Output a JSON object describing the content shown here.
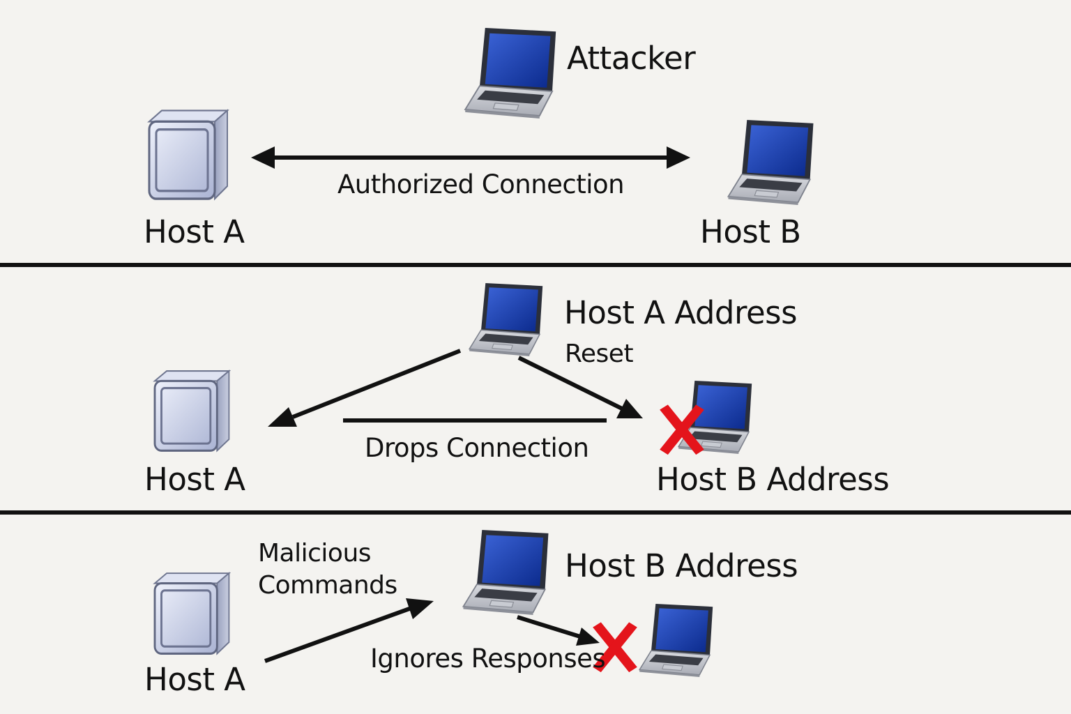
{
  "colors": {
    "background": "#f4f3f0",
    "line": "#111111",
    "screen": "#0e2f9a",
    "server_face": "#c8cfe6",
    "cross": "#e4141b"
  },
  "panel1": {
    "attacker_label": "Attacker",
    "host_a_label": "Host A",
    "host_b_label": "Host B",
    "connection_label": "Authorized Connection"
  },
  "panel2": {
    "attacker_label": "Host A Address",
    "reset_label": "Reset",
    "host_a_label": "Host A",
    "host_b_label": "Host B Address",
    "drops_label": "Drops Connection"
  },
  "panel3": {
    "host_a_label": "Host A",
    "commands_line1": "Malicious",
    "commands_line2": "Commands",
    "attacker_label": "Host B Address",
    "ignores_label": "Ignores Responses"
  },
  "icons": [
    "server-icon",
    "laptop-icon",
    "red-x-icon",
    "arrow-icon"
  ]
}
